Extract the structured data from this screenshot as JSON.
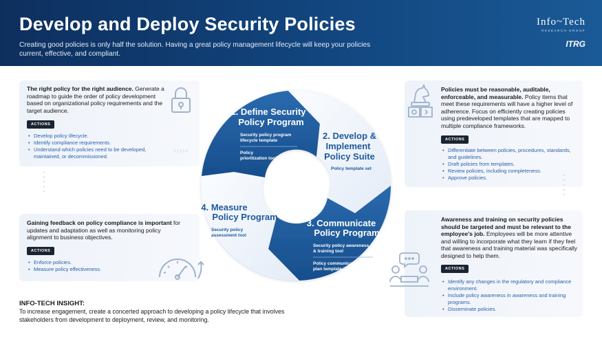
{
  "header": {
    "title": "Develop and Deploy Security Policies",
    "subtitle": "Creating good policies is only half the solution. Having a great policy management lifecycle will keep your policies current, effective, and compliant.",
    "brand_name": "Info~Tech",
    "brand_sub": "RESEARCH GROUP",
    "brand_itrg": "ITRG"
  },
  "panels": {
    "top_left": {
      "title_bold": "The right policy for the right audience.",
      "title_rest": "Generate a roadmap to guide the order of policy development based on organizational policy requirements and the target audience.",
      "actions_label": "ACTIONS",
      "actions": [
        "Develop policy lifecycle.",
        "Identify compliance requirements.",
        "Understand which policies need to be developed, maintained, or decommissioned."
      ],
      "icon": "lock-icon"
    },
    "bottom_left": {
      "title_bold": "Gaining feedback on policy compliance is important",
      "title_rest": "for updates and adaptation as well as monitoring policy alignment to business objectives.",
      "actions_label": "ACTIONS",
      "actions": [
        "Enforce policies.",
        "Measure policy effectiveness."
      ],
      "icon": "gauge-icon"
    },
    "top_right": {
      "title_bold": "Policies must be reasonable, auditable, enforceable, and measurable.",
      "title_rest": "Policy items that meet these requirements will have a higher level of adherence. Focus on efficiently creating policies using predeveloped templates that are mapped to multiple compliance frameworks.",
      "actions_label": "ACTIONS",
      "actions": [
        "Differentiate between policies, procedures, standards, and guidelines.",
        "Draft policies from templates.",
        "Review policies, including completeness.",
        "Approve policies."
      ],
      "icon": "chess-knight-icon"
    },
    "bottom_right": {
      "title_bold": "Awareness and training on security policies should be targeted and must be relevant to the employee’s job.",
      "title_rest": "Employees will be more attentive and willing to incorporate what they learn if they feel that awareness and training material was specifically designed to help them.",
      "actions_label": "ACTIONS",
      "actions": [
        "Identify any changes in the regulatory and compliance environment.",
        "Include policy awareness in awareness and training programs.",
        "Disseminate policies."
      ],
      "icon": "meeting-icon"
    }
  },
  "cycle": {
    "step1": {
      "title_l1": "1. Define Security",
      "title_l2": "Policy Program",
      "tool1_l1": "Security policy program",
      "tool1_l2": "lifecycle template",
      "tool2_l1": "Policy",
      "tool2_l2": "prioritization tool"
    },
    "step2": {
      "title_l1": "2. Develop &",
      "title_l2": "Implement",
      "title_l3": "Policy Suite",
      "tool1": "Policy template set"
    },
    "step3": {
      "title_l1": "3. Communicate",
      "title_l2": "Policy Program",
      "tool1_l1": "Security policy awareness",
      "tool1_l2": "& training tool",
      "tool2_l1": "Policy communication",
      "tool2_l2": "plan template"
    },
    "step4": {
      "title_l1": "4. Measure",
      "title_l2": "Policy Program",
      "tool1_l1": "Security policy",
      "tool1_l2": "assessment tool"
    }
  },
  "insight": {
    "title": "INFO-TECH INSIGHT:",
    "text": "To increase engagement, create a concerted approach to developing a policy lifecycle that involves stakeholders from development to deployment, review, and monitoring."
  },
  "colors": {
    "header_dark": "#0d2f5e",
    "segment_dark": "#1e5a9c",
    "segment_light": "#f0f4fa",
    "accent_blue": "#2a5fa8"
  }
}
